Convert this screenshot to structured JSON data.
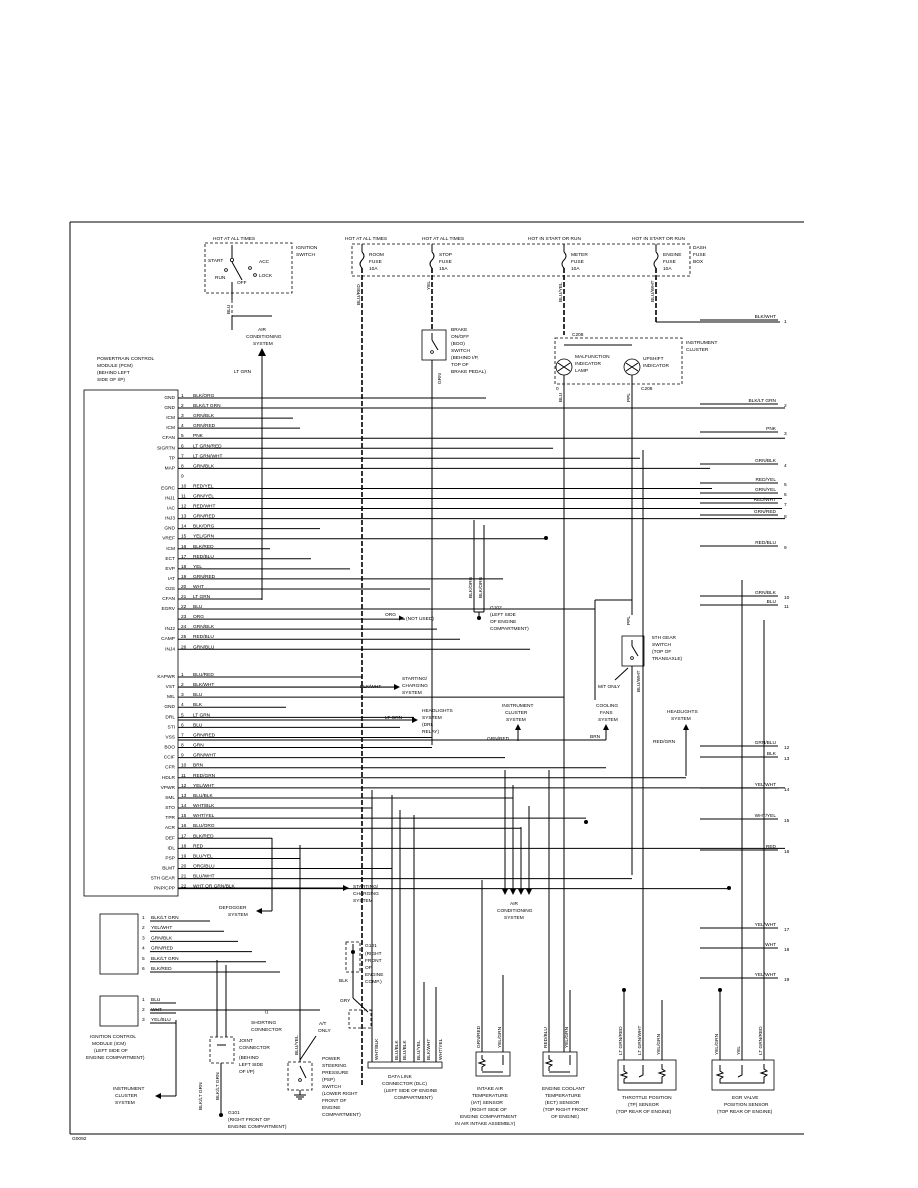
{
  "figure_code": "G0092",
  "fuses": [
    {
      "status": "HOT AT ALL TIMES",
      "name": "ROOM",
      "name2": "FUSE",
      "rating": "10A"
    },
    {
      "status": "HOT AT ALL TIMES",
      "name": "STOP",
      "name2": "FUSE",
      "rating": "15A"
    },
    {
      "status": "HOT IN START OR RUN",
      "name": "METER",
      "name2": "FUSE",
      "rating": "10A"
    },
    {
      "status": "HOT IN START OR RUN",
      "name": "ENGINE",
      "name2": "FUSE",
      "rating": "10A"
    }
  ],
  "ignition": {
    "status": "HOT AT ALL TIMES",
    "title": [
      "IGNITION",
      "SWITCH"
    ],
    "positions": [
      "START",
      "ACC",
      "LOCK",
      "RUN",
      "OFF"
    ],
    "wire": "BLU"
  },
  "dash_fuse_box": [
    "DASH",
    "FUSE",
    "BOX"
  ],
  "fuse_wires": [
    "BLU/RED",
    "YEL",
    "BLU/YEL",
    "BLU/WHT"
  ],
  "brake_switch": [
    "BRAKE",
    "ON/OFF",
    "(BOO)",
    "SWITCH",
    "(BEHIND I/P,",
    "TOP OF",
    "BRAKE PEDAL)"
  ],
  "instrument_cluster": {
    "connector": "C208",
    "title": [
      "INSTRUMENT",
      "CLUSTER"
    ],
    "mil": [
      "MALFUNCTION",
      "INDICATOR",
      "LAMP"
    ],
    "upshift": [
      "UPSHIFT",
      "INDICATOR"
    ],
    "pin_left": "0",
    "pin_right": "20",
    "wires": [
      "BLU",
      "PPL"
    ]
  },
  "air_conditioning": [
    "AIR",
    "CONDITIONING",
    "SYSTEM"
  ],
  "pcm": {
    "title": [
      "POWERTRAIN CONTROL",
      "MODULE (PCM)",
      "(BEHIND LEFT",
      "SIDE OF I/P)"
    ],
    "connector1": [
      {
        "pin": "1",
        "name": "GND",
        "wire": "BLK/ORG"
      },
      {
        "pin": "2",
        "name": "GND",
        "wire": "BLK/LT GRN"
      },
      {
        "pin": "3",
        "name": "ICM",
        "wire": "GRN/BLK"
      },
      {
        "pin": "4",
        "name": "ICM",
        "wire": "GRN/RED"
      },
      {
        "pin": "5",
        "name": "CFAN",
        "wire": "PNK"
      },
      {
        "pin": "6",
        "name": "SIGRTN",
        "wire": "LT GRN/RED"
      },
      {
        "pin": "7",
        "name": "TP",
        "wire": "LT GRN/WHT"
      },
      {
        "pin": "8",
        "name": "MAP",
        "wire": "GRN/BLK"
      },
      {
        "pin": "9",
        "name": "",
        "wire": ""
      },
      {
        "pin": "10",
        "name": "EGRC",
        "wire": "RED/YEL"
      },
      {
        "pin": "11",
        "name": "INJ1",
        "wire": "GRN/YEL"
      },
      {
        "pin": "12",
        "name": "IAC",
        "wire": "RED/WHT"
      },
      {
        "pin": "13",
        "name": "INJ3",
        "wire": "GRN/RED"
      },
      {
        "pin": "14",
        "name": "GND",
        "wire": "BLK/ORG"
      },
      {
        "pin": "15",
        "name": "VREF",
        "wire": "YEL/GRN"
      },
      {
        "pin": "16",
        "name": "ICM",
        "wire": "BLK/RED"
      },
      {
        "pin": "17",
        "name": "ECT",
        "wire": "RED/BLU"
      },
      {
        "pin": "18",
        "name": "EVP",
        "wire": "YEL"
      },
      {
        "pin": "19",
        "name": "IAT",
        "wire": "GRN/RED"
      },
      {
        "pin": "20",
        "name": "O2S",
        "wire": "WHT"
      },
      {
        "pin": "21",
        "name": "CFAN",
        "wire": "LT GRN"
      },
      {
        "pin": "22",
        "name": "EGRV",
        "wire": "BLU"
      },
      {
        "pin": "23",
        "name": "",
        "wire": "ORG"
      },
      {
        "pin": "24",
        "name": "INJ2",
        "wire": "GRN/BLK"
      },
      {
        "pin": "25",
        "name": "CAMP",
        "wire": "RED/BLU"
      },
      {
        "pin": "26",
        "name": "INJ4",
        "wire": "GRN/BLU"
      }
    ],
    "connector2": [
      {
        "pin": "1",
        "name": "KAPWR",
        "wire": "BLU/RED"
      },
      {
        "pin": "2",
        "name": "VST",
        "wire": "BLK/WHT"
      },
      {
        "pin": "3",
        "name": "MIL",
        "wire": "BLU"
      },
      {
        "pin": "4",
        "name": "GND",
        "wire": "BLK"
      },
      {
        "pin": "5",
        "name": "DRL",
        "wire": "LT GRN"
      },
      {
        "pin": "6",
        "name": "STI",
        "wire": "BLU"
      },
      {
        "pin": "7",
        "name": "VSS",
        "wire": "GRN/RED"
      },
      {
        "pin": "8",
        "name": "BOO",
        "wire": "GRN"
      },
      {
        "pin": "9",
        "name": "CCIF",
        "wire": "GRN/WHT"
      },
      {
        "pin": "10",
        "name": "CFR",
        "wire": "BRN"
      },
      {
        "pin": "11",
        "name": "HDLR",
        "wire": "RED/GRN"
      },
      {
        "pin": "12",
        "name": "VPWR",
        "wire": "YEL/WHT"
      },
      {
        "pin": "13",
        "name": "SML",
        "wire": "BLU/BLK"
      },
      {
        "pin": "14",
        "name": "STO",
        "wire": "WHT/BLK"
      },
      {
        "pin": "15",
        "name": "TPR",
        "wire": "WHT/YEL"
      },
      {
        "pin": "16",
        "name": "ACR",
        "wire": "BLU/ORG"
      },
      {
        "pin": "17",
        "name": "DEF",
        "wire": "BLK/RED"
      },
      {
        "pin": "18",
        "name": "IDL",
        "wire": "RED"
      },
      {
        "pin": "19",
        "name": "PSP",
        "wire": "BLU/YEL"
      },
      {
        "pin": "20",
        "name": "BLMT",
        "wire": "ORG/BLU"
      },
      {
        "pin": "21",
        "name": "5TH GEAR",
        "wire": "BLU/WHT"
      },
      {
        "pin": "22",
        "name": "PNP/CPP",
        "wire": "WHT OR GRN/BLK"
      }
    ]
  },
  "icm": {
    "title": [
      "IGNITION CONTROL",
      "MODULE (ICM)",
      "(LEFT SIDE OF",
      "ENGINE COMPARTMENT)"
    ],
    "connector1": [
      {
        "pin": "1",
        "wire": "BLK/LT GRN"
      },
      {
        "pin": "2",
        "wire": "YEL/WHT"
      },
      {
        "pin": "3",
        "wire": "GRN/BLK"
      },
      {
        "pin": "4",
        "wire": "GRN/RED"
      },
      {
        "pin": "5",
        "wire": "BLK/LT GRN"
      },
      {
        "pin": "6",
        "wire": "BLK/RED"
      }
    ],
    "connector2": [
      {
        "pin": "1",
        "wire": "BLU"
      },
      {
        "pin": "2",
        "wire": "WHT"
      },
      {
        "pin": "3",
        "wire": "YEL/BLU"
      }
    ]
  },
  "right_refs": [
    {
      "num": "1",
      "wire": "BLK/WHT"
    },
    {
      "num": "2",
      "wire": "BLK/LT GRN"
    },
    {
      "num": "3",
      "wire": "PNK"
    },
    {
      "num": "4",
      "wire": "GRN/BLK"
    },
    {
      "num": "5",
      "wire": "RED/YEL"
    },
    {
      "num": "6",
      "wire": "GRN/YEL"
    },
    {
      "num": "7",
      "wire": "RED/WHT"
    },
    {
      "num": "8",
      "wire": "GRN/RED"
    },
    {
      "num": "9",
      "wire": "RED/BLU"
    },
    {
      "num": "10",
      "wire": "GRN/BLK"
    },
    {
      "num": "11",
      "wire": "BLU"
    },
    {
      "num": "12",
      "wire": "GRN/BLU"
    },
    {
      "num": "13",
      "wire": "BLK"
    },
    {
      "num": "14",
      "wire": "YEL/WHT"
    },
    {
      "num": "15",
      "wire": "WHT/YEL"
    },
    {
      "num": "16",
      "wire": "RED"
    },
    {
      "num": "17",
      "wire": "YEL/WHT"
    },
    {
      "num": "18",
      "wire": "WHT"
    },
    {
      "num": "19",
      "wire": "YEL/WHT"
    }
  ],
  "g102": {
    "wires": [
      "BLK/ORG",
      "BLK/ORG"
    ],
    "label": [
      "G102",
      "(LEFT SIDE",
      "OF ENGINE",
      "COMPARTMENT)"
    ]
  },
  "not_used": {
    "wire": "ORG",
    "label": "(NOT USED)"
  },
  "fifth_gear": {
    "title": [
      "5TH GEAR",
      "SWITCH",
      "(TOP OF",
      "TRANSAXLE)"
    ],
    "wire_top": "PPL",
    "wire_bottom": "BLU/WHT",
    "mt_only": "M/T ONLY"
  },
  "starting_charging": [
    "STARTING/",
    "CHARGING",
    "SYSTEM"
  ],
  "headlights1": [
    "HEADLIGHTS",
    "SYSTEM",
    "(DRL",
    "RELAY)"
  ],
  "cluster_system": [
    "INSTRUMENT",
    "CLUSTER",
    "SYSTEM"
  ],
  "cooling_fans": [
    "COOLING",
    "FANS",
    "SYSTEM"
  ],
  "headlights2": [
    "HEADLIGHTS",
    "SYSTEM"
  ],
  "defogger": [
    "DEFOGGER",
    "SYSTEM"
  ],
  "g101": {
    "label": [
      "G101",
      "(RIGHT",
      "FRONT",
      "OF",
      "ENGINE",
      "COMP.)"
    ],
    "blk": "BLK",
    "gry": "GRY"
  },
  "shorting_connector": [
    "SHORTING",
    "CONNECTOR"
  ],
  "joint_connector": [
    "JOINT",
    "CONNECTOR",
    "(BEHIND",
    "LEFT SIDE",
    "OF I/P)"
  ],
  "g101_bottom": [
    "G101",
    "(RIGHT FRONT OF",
    "ENGINE COMPARTMENT)"
  ],
  "instrument_cluster_system": [
    "INSTRUMENT",
    "CLUSTER",
    "SYSTEM"
  ],
  "psp_switch": {
    "at_only": [
      "A/T",
      "ONLY"
    ],
    "title": [
      "POWER",
      "STEERING",
      "PRESSURE",
      "(PSP)",
      "SWITCH",
      "(LOWER RIGHT",
      "FRONT OF",
      "ENGINE",
      "COMPARTMENT)"
    ],
    "wire": "BLU/YEL"
  },
  "dlc": {
    "title": [
      "DATA LINK",
      "CONNECTOR (DLC)",
      "(LEFT SIDE OF ENGINE",
      "COMPARTMENT)"
    ],
    "wires": [
      "WHT/BLK",
      "BLU/BLK",
      "BLU/BLK",
      "BLU/YEL",
      "BLK/WHT",
      "WHT/YEL"
    ]
  },
  "iat": {
    "title": [
      "INTAKE AIR",
      "TEMPERATURE",
      "(IAT) SENSOR",
      "(RIGHT SIDE OF",
      "ENGINE COMPARTMENT",
      "IN AIR INTAKE ASSEMBLY)"
    ],
    "wires": [
      "GRN/RED",
      "YEL/GRN"
    ]
  },
  "ect": {
    "title": [
      "ENGINE COOLANT",
      "TEMPERATURE",
      "(ECT) SENSOR",
      "(TOP RIGHT FRONT",
      "OF ENGINE)"
    ],
    "wires": [
      "RED/BLU",
      "YEL/GRN"
    ]
  },
  "tps": {
    "title": [
      "THROTTLE POSITION",
      "(TP) SENSOR",
      "(TOP REAR OF ENGINE)"
    ],
    "wires": [
      "LT GRN/RED",
      "LT GRN/WHT",
      "YEL/GRN"
    ]
  },
  "egr": {
    "title": [
      "EGR VALVE",
      "POSITION SENSOR",
      "(TOP REAR OF ENGINE)"
    ],
    "wires": [
      "YEL/GRN",
      "YEL",
      "LT GRN/RED"
    ]
  },
  "misc_wires": {
    "blk_wht_starting": "BLK/WHT",
    "lt_grn_headlights": "LT GRN",
    "grn_red_cluster": "GRN/RED",
    "brn_cooling": "BRN",
    "red_grn_headlights": "RED/GRN",
    "lt_grn_ac": "LT GRN",
    "grn_boo": "GRN",
    "icm_blk_lt_grn": "BLK/LT GRN"
  }
}
